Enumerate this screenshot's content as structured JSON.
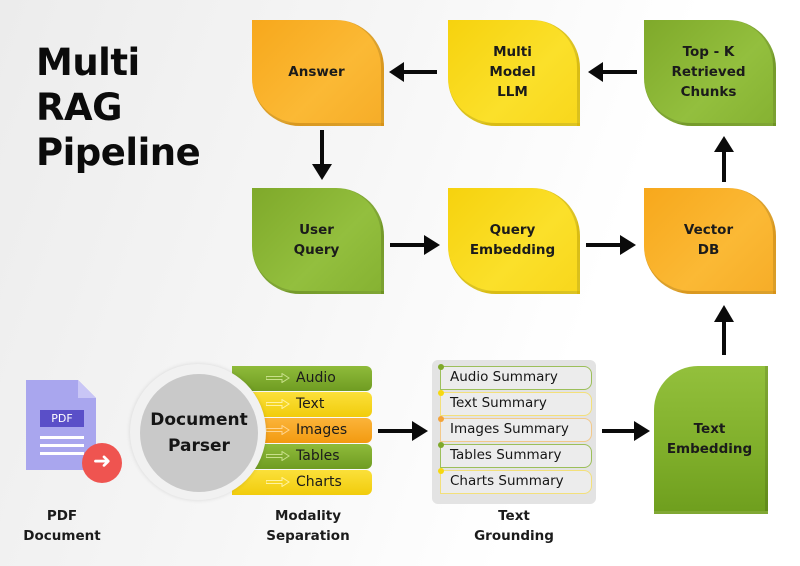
{
  "title": {
    "lines": [
      "Multi",
      "RAG",
      "Pipeline"
    ]
  },
  "nodes": {
    "answer": "Answer",
    "llm": "Multi\nModel\nLLM",
    "topk": "Top - K\nRetrieved\nChunks",
    "user_query": "User\nQuery",
    "query_embedding": "Query\nEmbedding",
    "vector_db": "Vector\nDB",
    "text_embedding": "Text\nEmbedding"
  },
  "pdf": {
    "badge": "PDF",
    "caption": "PDF\nDocument"
  },
  "parser": {
    "label": "Document\nParser"
  },
  "modalities": {
    "items": [
      {
        "label": "Audio",
        "color": "green"
      },
      {
        "label": "Text",
        "color": "yellow"
      },
      {
        "label": "Images",
        "color": "orange"
      },
      {
        "label": "Tables",
        "color": "green"
      },
      {
        "label": "Charts",
        "color": "yellow"
      }
    ],
    "caption": "Modality\nSeparation"
  },
  "grounding": {
    "items": [
      {
        "label": "Audio Summary",
        "color": "green"
      },
      {
        "label": "Text Summary",
        "color": "yellow"
      },
      {
        "label": "Images Summary",
        "color": "orange"
      },
      {
        "label": "Tables Summary",
        "color": "green"
      },
      {
        "label": "Charts Summary",
        "color": "yellow"
      }
    ],
    "caption": "Text\nGrounding"
  },
  "colors": {
    "orange": "#f9b12a",
    "yellow": "#fadc1f",
    "green": "#8ab636",
    "pdf_purple": "#a9a6ee",
    "pdf_badge": "#5a4fc8",
    "pdf_go": "#ef5450",
    "parser_gray": "#c9c9c9"
  }
}
